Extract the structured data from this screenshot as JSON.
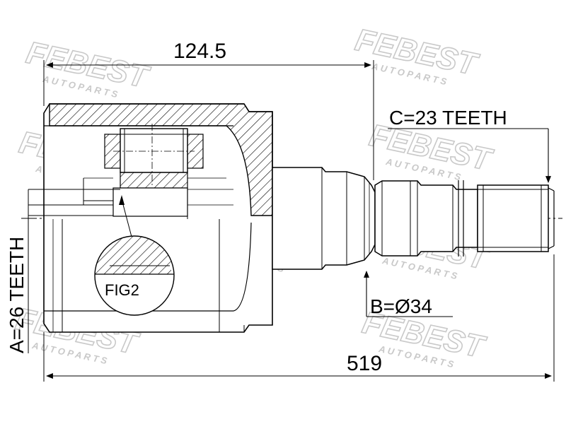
{
  "watermark": {
    "brand": "FEBEST",
    "tagline": "A U T O   P A R T S",
    "color": "#c9c9c9"
  },
  "dimensions": {
    "top_length": "124.5",
    "total_length": "519",
    "spline_c": "C=23 TEETH",
    "diameter_b": "B=Ø34",
    "spline_a": "A=26 TEETH",
    "fig_label": "FIG2"
  }
}
